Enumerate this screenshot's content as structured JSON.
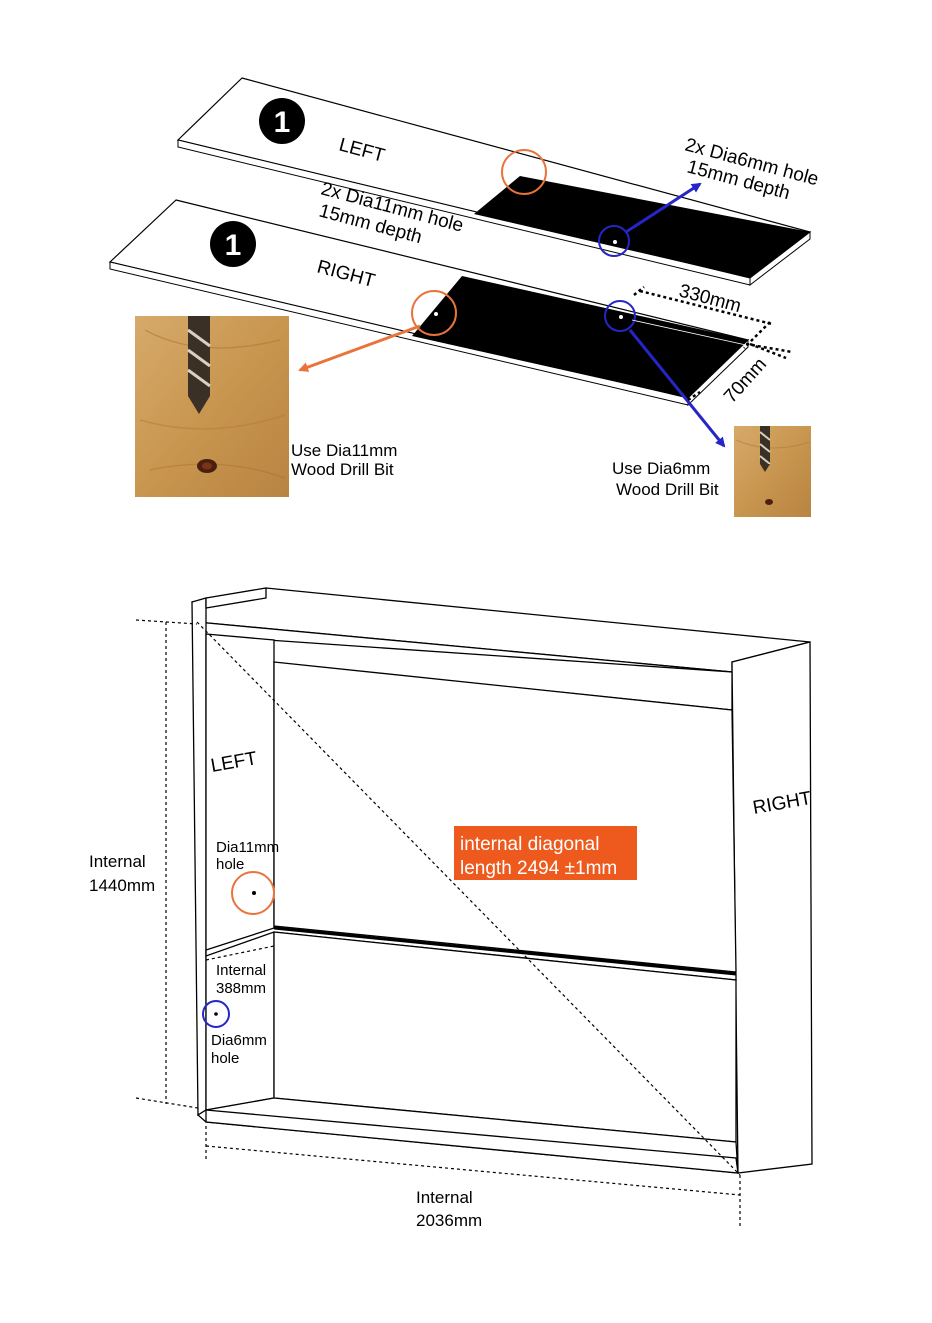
{
  "colors": {
    "orange": "#e8743b",
    "blue": "#2626c8",
    "orange_box": "#ee5a1e",
    "wood": "#c99a5e"
  },
  "step1": {
    "step_number_top": "1",
    "step_number_bottom": "1",
    "panel_left_label": "LEFT",
    "panel_right_label": "RIGHT",
    "hole6_line1": "2x Dia6mm hole",
    "hole6_line2": "15mm depth",
    "hole11_line1": "2x Dia11mm hole",
    "hole11_line2": "15mm depth",
    "dim_330": "330mm",
    "dim_70": "70mm",
    "drill11_line1": "Use Dia11mm",
    "drill11_line2": "Wood Drill Bit",
    "drill6_line1": "Use Dia6mm",
    "drill6_line2": "Wood Drill Bit"
  },
  "frame": {
    "left_label": "LEFT",
    "right_label": "RIGHT",
    "hole11_line1": "Dia11mm",
    "hole11_line2": "hole",
    "internal388_line1": "Internal",
    "internal388_line2": "388mm",
    "hole6_line1": "Dia6mm",
    "hole6_line2": "hole",
    "height_line1": "Internal",
    "height_line2": "1440mm",
    "width_line1": "Internal",
    "width_line2": "2036mm",
    "diag_line1": "internal diagonal",
    "diag_line2": "length 2494 ±1mm"
  }
}
